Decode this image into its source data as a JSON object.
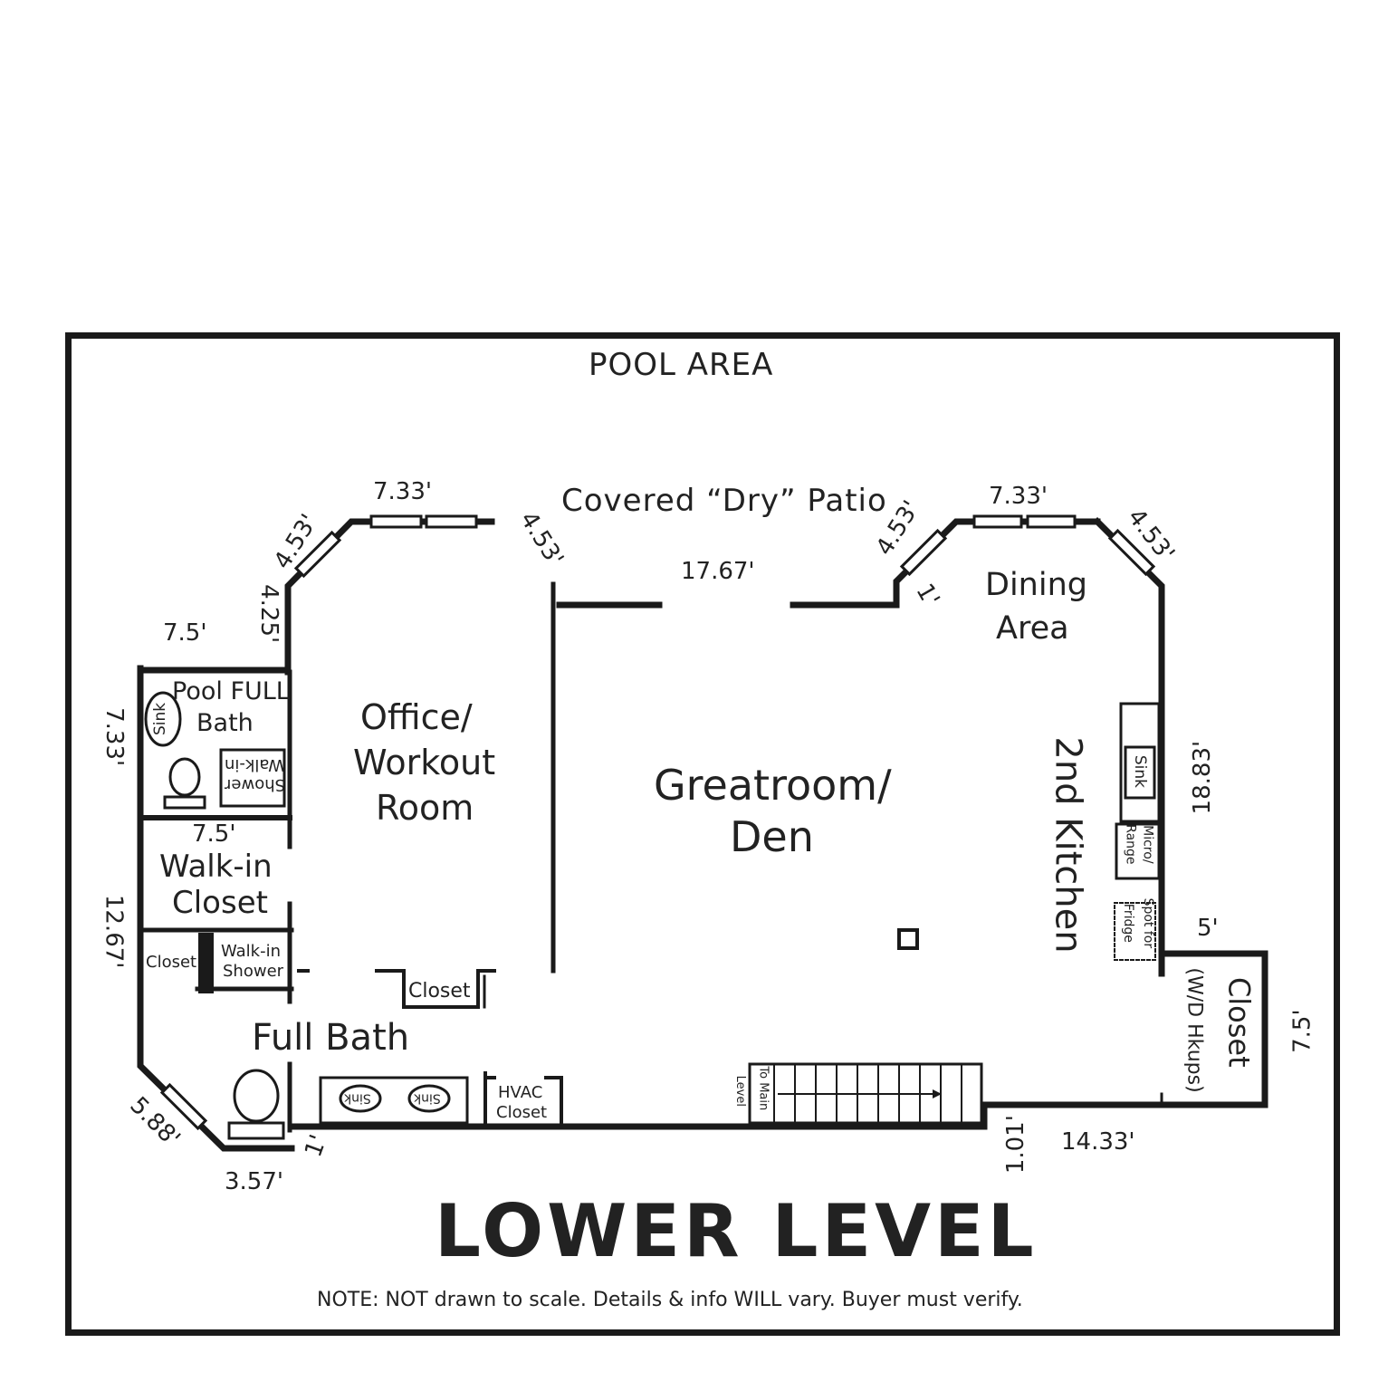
{
  "header": {
    "area_label": "POOL AREA",
    "patio_label": "Covered “Dry” Patio"
  },
  "rooms": {
    "pool_bath_line1": "Pool FULL",
    "pool_bath_line2": "Bath",
    "office_line1": "Office/",
    "office_line2": "Workout",
    "office_line3": "Room",
    "greatroom_line1": "Greatroom/",
    "greatroom_line2": "Den",
    "dining_line1": "Dining",
    "dining_line2": "Area",
    "kitchen": "2nd Kitchen",
    "walkin_closet_line1": "Walk-in",
    "walkin_closet_line2": "Closet",
    "full_bath": "Full Bath",
    "closet_wd_line1": "Closet",
    "closet_wd_line2": "(W/D Hkups)"
  },
  "fixtures": {
    "sink": "Sink",
    "walkin_shower_line1": "Walk-in",
    "walkin_shower_line2": "Shower",
    "closet": "Closet",
    "hvac_line1": "HVAC",
    "hvac_line2": "Closet",
    "micro_line1": "Micro/",
    "micro_line2": "Range",
    "fridge_line1": "Spot for",
    "fridge_line2": "Fridge",
    "stairs_line1": "To Main",
    "stairs_line2": "Level"
  },
  "dimensions": {
    "top_left_window": "7.33'",
    "top_right_window": "7.33'",
    "diag_a": "4.53'",
    "diag_b": "4.53'",
    "diag_c": "4.53'",
    "diag_d": "4.53'",
    "patio_opening": "17.67'",
    "one_ft_top": "1'",
    "pool_bath_width": "7.5'",
    "left_jog": "4.25'",
    "pool_bath_depth": "7.33'",
    "closet_width": "7.5'",
    "left_lower": "12.67'",
    "bottom_diag": "5.88'",
    "bottom_left": "3.57'",
    "one_ft_bottom": "1'",
    "stair_jog": "1.01'",
    "bottom_right": "14.33'",
    "closet_wd_width": "5'",
    "closet_wd_depth": "7.5'",
    "kitchen_wall": "18.83'"
  },
  "footer": {
    "title": "LOWER LEVEL",
    "note": "NOTE: NOT drawn to scale. Details & info WILL vary. Buyer must verify."
  }
}
